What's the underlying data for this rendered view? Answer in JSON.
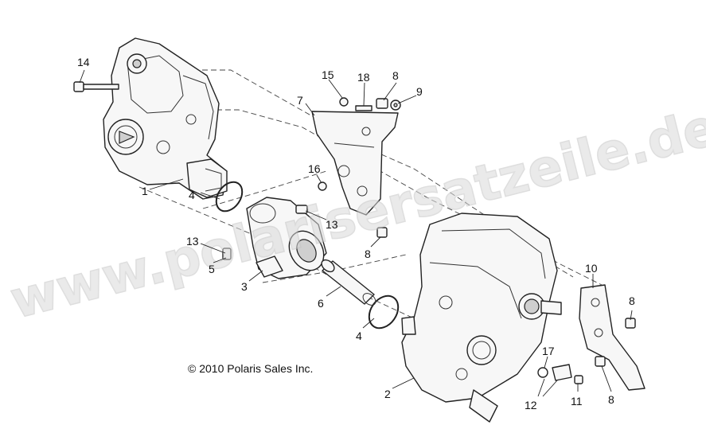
{
  "copyright": "© 2010 Polaris Sales Inc.",
  "watermark": "www.polarisersatzeile.de",
  "callouts": [
    "14",
    "15",
    "18",
    "8",
    "9",
    "7",
    "16",
    "1",
    "4",
    "13",
    "13",
    "5",
    "3",
    "8",
    "6",
    "4",
    "10",
    "8",
    "17",
    "2",
    "12",
    "11",
    "8"
  ]
}
